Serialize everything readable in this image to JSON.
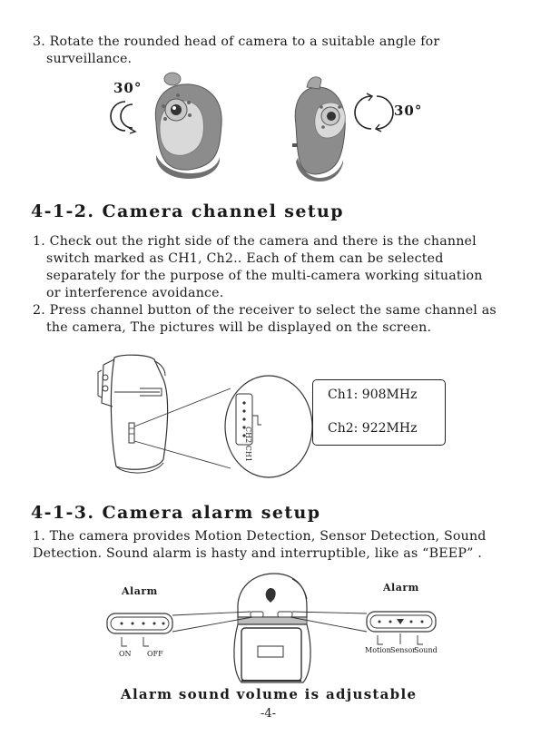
{
  "step3": {
    "line1": "3. Rotate the rounded head of camera to a suitable angle for",
    "line2": "surveillance.",
    "angle_left": "30°",
    "angle_right": "30°"
  },
  "section_412": {
    "heading": "4-1-2. Camera channel setup",
    "item1_lines": [
      "1. Check out the right side of the camera and there is  the channel",
      "switch marked as CH1, Ch2.. Each of them can be selected",
      "separately for the purpose of the multi-camera working situation",
      "or interference avoidance."
    ],
    "item2_lines": [
      "2. Press channel button of the receiver to select the same channel as",
      "the camera, The pictures will be displayed on the screen."
    ],
    "switch_label": "CH2 CH1",
    "ch1_freq": "Ch1: 908MHz",
    "ch2_freq": "Ch2: 922MHz"
  },
  "section_413": {
    "heading": "4-1-3. Camera alarm setup",
    "line1": "1. The camera provides Motion Detection, Sensor Detection, Sound",
    "line2": "Detection. Sound alarm is hasty and interruptible, like as  “BEEP” .",
    "alarm_left": "Alarm",
    "alarm_right": "Alarm",
    "on_label": "ON",
    "off_label": "OFF",
    "motion_label": "Motion",
    "sensor_label": "Sensor",
    "sound_label": "Sound",
    "footer_title": "Alarm sound volume is adjustable"
  },
  "page_number": "-4-",
  "colors": {
    "ink": "#1a1a1a",
    "camera_body": "#8c8c8c",
    "camera_face": "#d9d9d9"
  }
}
